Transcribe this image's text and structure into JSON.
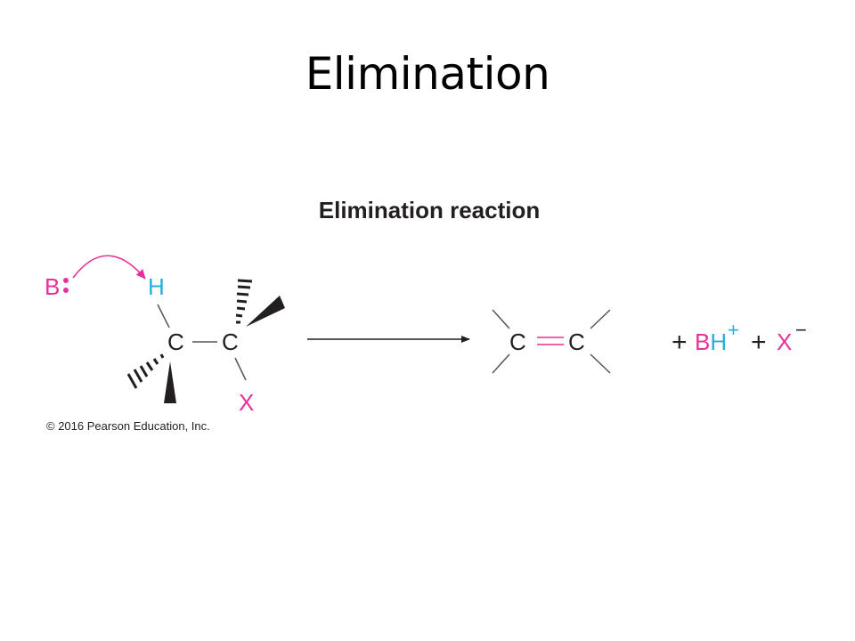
{
  "slide": {
    "title": "Elimination"
  },
  "figure": {
    "heading": "Elimination reaction",
    "copyright": "© 2016 Pearson Education, Inc."
  },
  "reactant": {
    "base": "B",
    "hydrogen": "H",
    "carbon_left": "C",
    "carbon_right": "C",
    "leaving_group": "X"
  },
  "product": {
    "carbon_left": "C",
    "carbon_right": "C"
  },
  "byproducts": {
    "plus_1": "+",
    "bh": "BH",
    "bh_charge": "+",
    "plus_2": "+",
    "x": "X",
    "x_charge": "−"
  },
  "colors": {
    "magenta": "#e6319b",
    "cyan": "#27aee0",
    "black": "#231f20",
    "line_gray": "#555555"
  }
}
